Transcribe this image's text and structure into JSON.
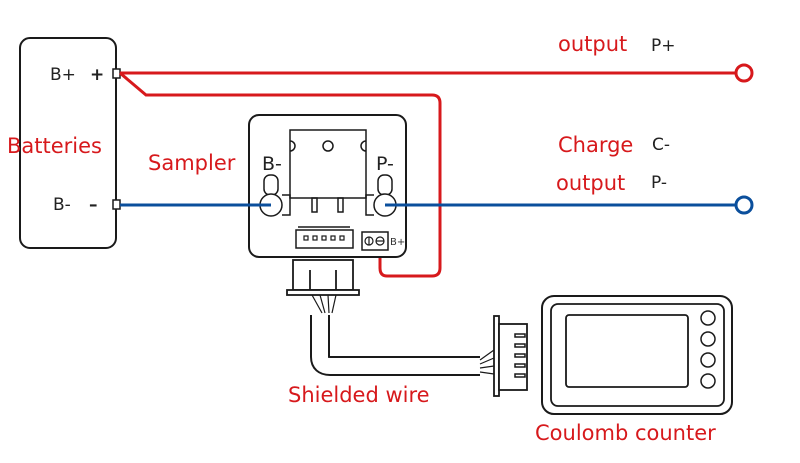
{
  "colors": {
    "positive_wire": "#d7191c",
    "negative_wire": "#0b4f9c",
    "label_red": "#d7191c",
    "label_black": "#222222",
    "outline": "#1a1a1a"
  },
  "batteries": {
    "label": "Batteries",
    "pos_terminal": "B+",
    "pos_sign": "+",
    "neg_terminal": "B-",
    "neg_sign": "–"
  },
  "sampler": {
    "label": "Sampler",
    "left_terminal": "B-",
    "right_terminal": "P-",
    "bplus_port": "B+"
  },
  "outputs": {
    "positive_label": "output",
    "positive_terminal": "P+",
    "charge_label": "Charge",
    "charge_terminal": "C-",
    "negative_label": "output",
    "negative_terminal": "P-"
  },
  "cable": {
    "label": "Shielded wire"
  },
  "display": {
    "label": "Coulomb counter",
    "button_count": 4
  }
}
